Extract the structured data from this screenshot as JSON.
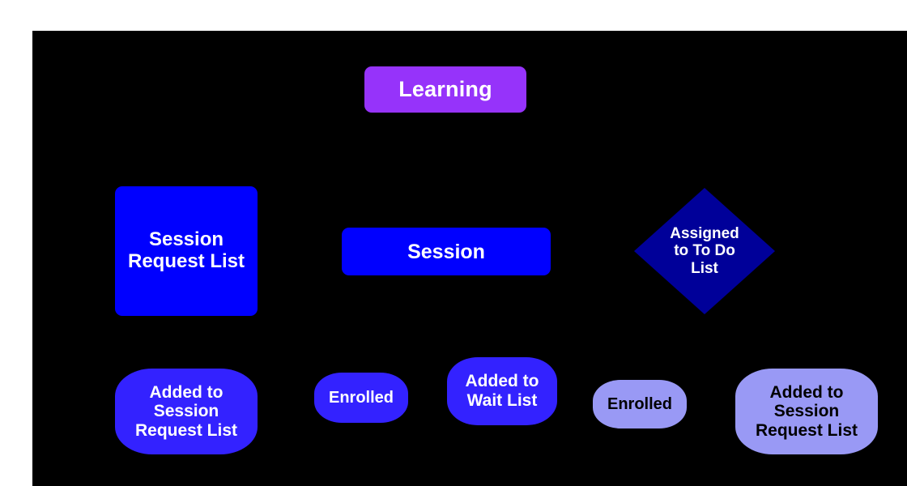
{
  "canvas": {
    "background_color": "#000000",
    "page_background_color": "#ffffff"
  },
  "diagram": {
    "title_node": {
      "label": "Learning",
      "shape": "rounded-rectangle",
      "fill_color": "#9633fa",
      "text_color": "#ffffff"
    },
    "entity_nodes": [
      {
        "id": "session-request-list",
        "label": "Session\nRequest List",
        "shape": "rounded-square",
        "fill_color": "#0000ff",
        "text_color": "#ffffff"
      },
      {
        "id": "session",
        "label": "Session",
        "shape": "rounded-rectangle",
        "fill_color": "#0000ff",
        "text_color": "#ffffff"
      },
      {
        "id": "assigned-to-to-do-list",
        "label": "Assigned\nto To Do\nList",
        "shape": "diamond",
        "fill_color": "#000099",
        "text_color": "#ffffff"
      }
    ],
    "state_nodes": [
      {
        "id": "added-to-session-request-list-1",
        "label": "Added to\nSession\nRequest List",
        "shape": "pill",
        "fill_color": "#3322ff",
        "text_color": "#ffffff"
      },
      {
        "id": "enrolled-1",
        "label": "Enrolled",
        "shape": "pill",
        "fill_color": "#3322ff",
        "text_color": "#ffffff"
      },
      {
        "id": "added-to-wait-list",
        "label": "Added to\nWait List",
        "shape": "pill",
        "fill_color": "#3322ff",
        "text_color": "#ffffff"
      },
      {
        "id": "enrolled-2",
        "label": "Enrolled",
        "shape": "pill",
        "fill_color": "#9999f5",
        "text_color": "#000000"
      },
      {
        "id": "added-to-session-request-list-2",
        "label": "Added to\nSession\nRequest List",
        "shape": "pill",
        "fill_color": "#9999f5",
        "text_color": "#000000"
      }
    ]
  }
}
